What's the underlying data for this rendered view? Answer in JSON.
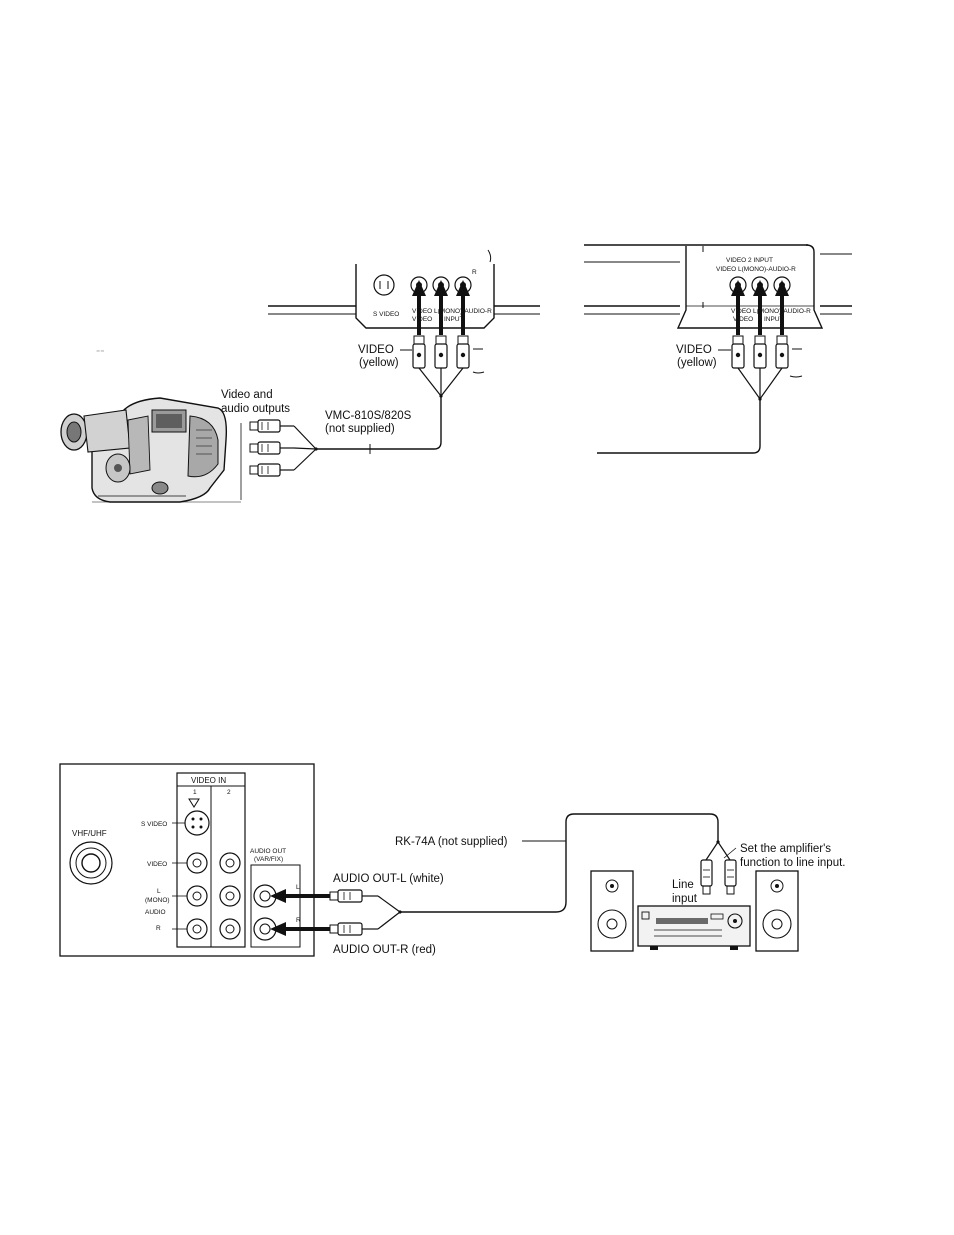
{
  "camcorder": {
    "outputs_label_line1": "Video and",
    "outputs_label_line2": "audio outputs",
    "cable_model": "VMC-810S/820S",
    "cable_note": "(not supplied)"
  },
  "tv1": {
    "jack_labels": {
      "s_video": "S VIDEO",
      "video": "VIDEO",
      "audio": "L(MONO)-AUDIO-R",
      "video_sub": "VIDEO",
      "input": "INPUT",
      "r_mark": "R"
    },
    "plug_label": "VIDEO",
    "plug_color": "(yellow)"
  },
  "tv2": {
    "panel_title": "VIDEO 2 INPUT",
    "panel_sub": "VIDEO L(MONO)-AUDIO-R",
    "jack_labels": {
      "video": "VIDEO",
      "audio": "L(MONO)-AUDIO-R",
      "video_sub": "VIDEO",
      "input": "INPUT"
    },
    "plug_label": "VIDEO",
    "plug_color": "(yellow)"
  },
  "rear_panel": {
    "video_in_title": "VIDEO IN",
    "col_1": "1",
    "col_2": "2",
    "s_video": "S VIDEO",
    "video": "VIDEO",
    "l_label": "L",
    "mono": "(MONO)",
    "audio": "AUDIO",
    "r_label": "R",
    "vhf_uhf": "VHF/UHF",
    "audio_out": "AUDIO OUT",
    "var_fix": "(VAR/FIX)",
    "out_l": "L",
    "out_r": "R"
  },
  "audio_connection": {
    "cable": "RK-74A (not supplied)",
    "out_l": "AUDIO OUT-L (white)",
    "out_r": "AUDIO OUT-R (red)",
    "amp_note_line1": "Set the amplifier's",
    "amp_note_line2": "function to line input.",
    "line_input_line1": "Line",
    "line_input_line2": "input"
  },
  "colors": {
    "ink": "#111111",
    "paper": "#ffffff",
    "shade": "#8a8a8a"
  }
}
